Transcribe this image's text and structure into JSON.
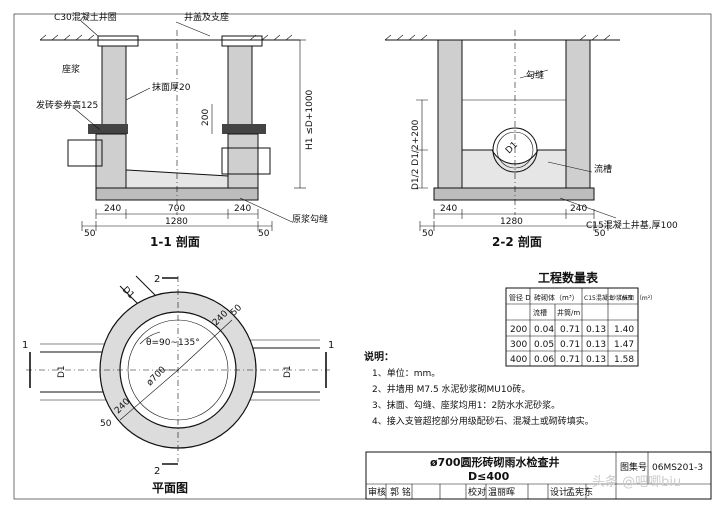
{
  "section1": {
    "title": "1-1 剖面",
    "label_cover": "C30混凝土井圈",
    "label_lid": "井盖及支座",
    "label_seat": "座浆",
    "label_plaster": "抹面厚20",
    "label_step": "发砖参券高125",
    "label_cushion": "原浆勾缝",
    "dim_h1": "H1 ≤D+1000",
    "dim_200": "200",
    "dim_240a": "240",
    "dim_700": "700",
    "dim_240b": "240",
    "dim_1280": "1280",
    "dim_50a": "50",
    "dim_50b": "50"
  },
  "section2": {
    "title": "2-2 剖面",
    "label_joint": "勾缝",
    "label_channel": "流槽",
    "label_base": "C15混凝土井基,厚100",
    "dim_d1": "D1",
    "dim_side": "D1/2  D1/2+200",
    "dim_240a": "240",
    "dim_240b": "240",
    "dim_1280": "1280",
    "dim_50a": "50",
    "dim_50b": "50"
  },
  "plan": {
    "title": "平面图",
    "label_angle": "θ=90~135°",
    "label_700": "ø700",
    "label_d1a": "D1",
    "label_d1b": "D1",
    "label_240a": "240",
    "label_240b": "240",
    "label_50a": "50",
    "label_50b": "50",
    "label_1a": "1",
    "label_1b": "1",
    "label_2a": "2",
    "label_2b": "2",
    "label_d1c": "D1"
  },
  "quantity_table": {
    "title": "工程数量表",
    "headers": [
      "管径\nD",
      "砖砌体（m³）",
      "C15混凝土\n（m³）",
      "砂浆抹面\n（m²）"
    ],
    "subheaders": [
      "流槽",
      "井筒/m"
    ],
    "rows": [
      [
        "200",
        "0.04",
        "0.71",
        "0.13",
        "1.40"
      ],
      [
        "300",
        "0.05",
        "0.71",
        "0.13",
        "1.47"
      ],
      [
        "400",
        "0.06",
        "0.71",
        "0.13",
        "1.58"
      ]
    ]
  },
  "notes": {
    "heading": "说明：",
    "items": [
      "1、单位：mm。",
      "2、井墙用 M7.5 水泥砂浆砌MU10砖。",
      "3、抹面、勾缝、座浆均用1：2防水水泥砂浆。",
      "4、接入支管超挖部分用级配砂石、混凝土或砌砖填实。"
    ]
  },
  "title_block": {
    "title_line1": "ø700圆形砖砌雨水检查井",
    "title_line2": "D≤400",
    "atlas_label": "图集号",
    "atlas_no": "06MS201-3",
    "cells": [
      "审核",
      "郭 铭",
      "校对",
      "温丽晖",
      "设计",
      "孟宪东"
    ],
    "watermark": "头条 @吧唧biu"
  }
}
